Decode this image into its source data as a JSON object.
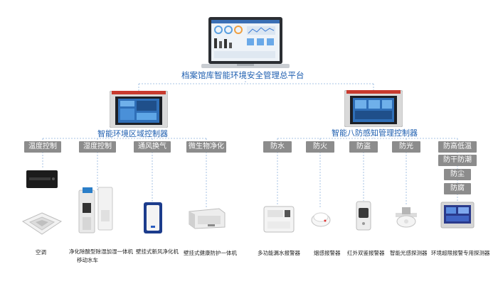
{
  "platform": {
    "title": "档案馆库智能环境安全管理总平台"
  },
  "controllers": {
    "left": {
      "title": "智能环境区域控制器"
    },
    "right": {
      "title": "智能八防感知管理控制器"
    }
  },
  "categories": {
    "temperature": "温度控制",
    "humidity": "湿度控制",
    "ventilation": "通风换气",
    "microbe": "微生物净化",
    "water": "防水",
    "fire": "防火",
    "theft": "防盗",
    "light": "防光",
    "high_low_temp": "防高低温",
    "dry_damp": "防干防潮",
    "dust": "防尘",
    "decay": "防腐"
  },
  "devices": {
    "ac": "空调",
    "humidifier_line1": "净化除酸型除湿加湿一体机",
    "humidifier_line2": "移动水车",
    "fresh_air": "壁挂式新风净化机",
    "health": "壁挂式健康防护一体机",
    "water_alarm": "多功能漏水报警器",
    "smoke": "烟感报警器",
    "infrared": "红外双鉴报警器",
    "light_sensor": "智能光感探测器",
    "env_alarm": "环境超限报警专用探测器"
  }
}
